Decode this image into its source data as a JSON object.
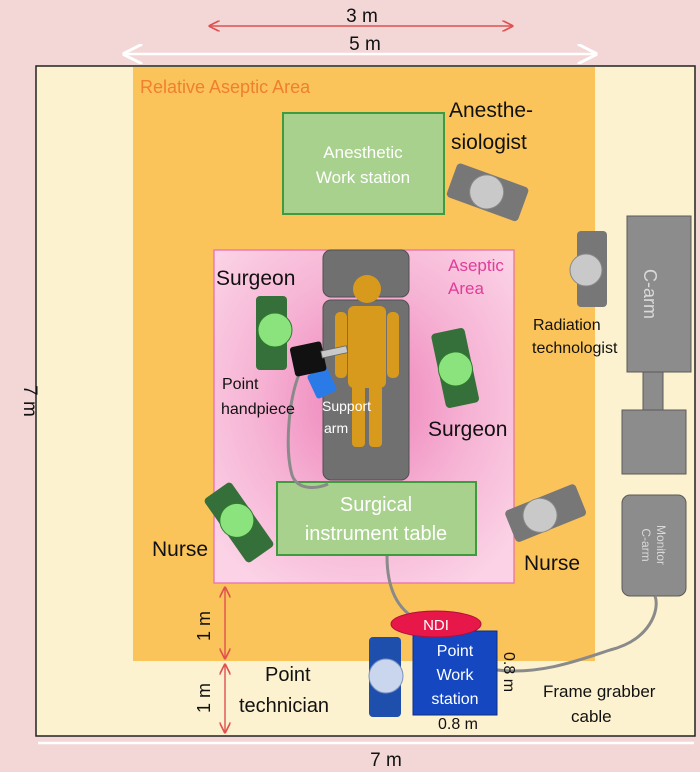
{
  "dims": {
    "top_3m": "3 m",
    "top_5m": "5 m",
    "left_7m": "7 m",
    "bottom_7m": "7 m",
    "gap_1m_upper": "1 m",
    "gap_1m_lower": "1 m",
    "station_height": "0.8 m",
    "station_width": "0.8 m"
  },
  "areas": {
    "relative_aseptic": "Relative Aseptic Area",
    "aseptic_line1": "Aseptic",
    "aseptic_line2": "Area"
  },
  "equipment": {
    "anesthetic_ws_line1": "Anesthetic",
    "anesthetic_ws_line2": "Work station",
    "instrument_table_line1": "Surgical",
    "instrument_table_line2": "instrument table",
    "carm": "C-arm",
    "carm_monitor_line1": "C-arm",
    "carm_monitor_line2": "Monitor",
    "ndi": "NDI",
    "point_ws_line1": "Point",
    "point_ws_line2": "Work",
    "point_ws_line3": "station",
    "support_arm_line1": "Support",
    "support_arm_line2": "arm",
    "frame_grabber_line1": "Frame grabber",
    "frame_grabber_line2": "cable"
  },
  "people": {
    "anesthesiologist_line1": "Anesthe-",
    "anesthesiologist_line2": "siologist",
    "surgeon_top": "Surgeon",
    "surgeon_right": "Surgeon",
    "nurse_left": "Nurse",
    "nurse_right": "Nurse",
    "radiation_line1": "Radiation",
    "radiation_line2": "technologist",
    "point_handpiece_line1": "Point",
    "point_handpiece_line2": "handpiece",
    "point_technician_line1": "Point",
    "point_technician_line2": "technician"
  },
  "colors": {
    "background": "#f3d6d6",
    "room": "#fdf2cf",
    "relative_aseptic": "#fbc45a",
    "relative_aseptic_text": "#f07f2e",
    "aseptic": "#f8bfdc",
    "aseptic_text": "#e03c98",
    "green_box": "#a9d18e",
    "green_border": "#3e9b3e",
    "staff_body": "#35703a",
    "staff_head": "#8be37d",
    "grey_body": "#777777",
    "grey_head": "#c9c9c9",
    "patient": "#d89a1c",
    "table": "#707070",
    "carm": "#8c8c8c",
    "point_station": "#1447c0",
    "ndi": "#e8174a",
    "dim_arrow": "#e05050"
  }
}
